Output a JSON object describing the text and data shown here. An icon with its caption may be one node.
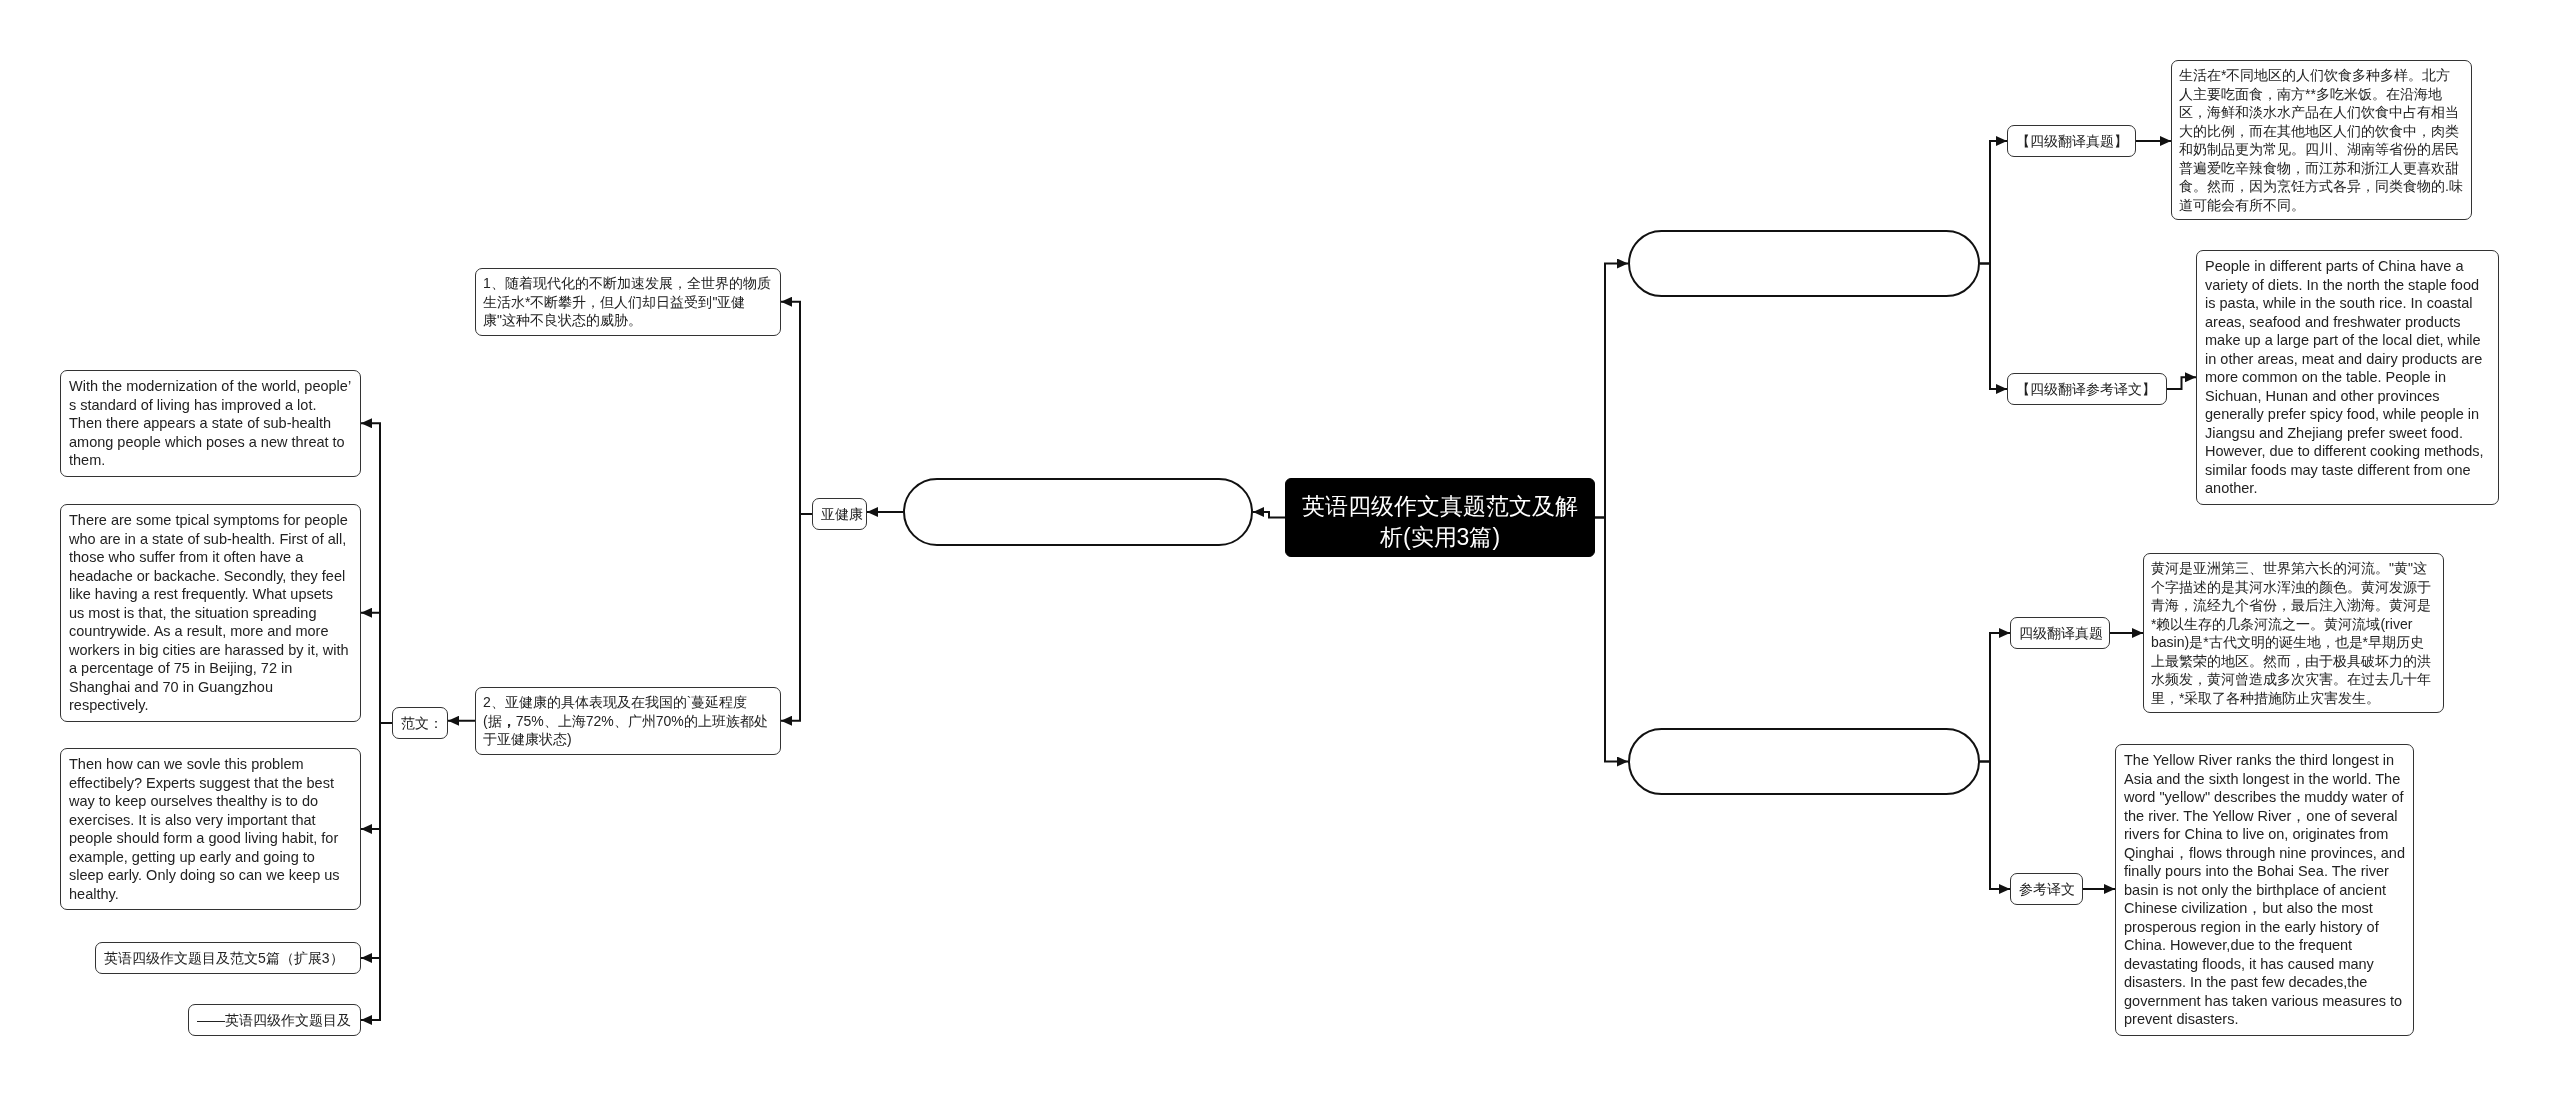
{
  "diagram": {
    "nodes": [
      {
        "text": [
          "英语四级作文真题范文及解析(实用3篇)"
        ]
      },
      {
        "text": [],
        "shape": "capsule"
      },
      {
        "text": [
          "亚健康"
        ]
      },
      {
        "text": [
          "1、随着现代化的不断加速发展，全世界的物质生活水*不断攀升，但人们却日益受到\"亚健康\"这种不良状态的威胁。"
        ]
      },
      {
        "text": [
          "2、亚健康的具体表现及在我国的`蔓延程度(据**，**75%、上海72%、广州70%的上班族都处于亚健康状态)"
        ]
      },
      {
        "text": [
          "范文："
        ]
      },
      {
        "text": [
          "With the modernization of the world, people’ s standard of living has improved a lot. Then there appears a state of sub-health among people which poses a new threat to them."
        ]
      },
      {
        "text": [
          "There are some tpical symptoms for people who are in a state of sub-health. First of all, those who suffer from it often have a headache or backache. Secondly, they feel like having a rest frequently. What upsets us most is that, the situation spreading countrywide. As a result, more and more workers in big cities are harassed by it, with a percentage of 75 in Beijing, 72 in Shanghai and 70 in Guangzhou respectively."
        ]
      },
      {
        "text": [
          "Then how can we sovle this problem effectibely? Experts suggest that the best way to keep ourselves thealthy is to do exercises. It is also very important that people should form a good living habit, for example, getting up early and going to sleep early. Only doing so can we keep us healthy."
        ]
      },
      {
        "text": [
          "英语四级作文题目及范文5篇（扩展3）"
        ]
      },
      {
        "text": [
          "——英语四级作文题目及"
        ]
      },
      {
        "text": [],
        "shape": "capsule"
      },
      {
        "text": [],
        "shape": "capsule"
      },
      {
        "text": [
          "【四级翻译真题】"
        ]
      },
      {
        "text": [
          "生活在*不同地区的人们饮食多种多样。北方人主要吃面食，南方**多吃米饭。在沿海地区，海鲜和淡水水产品在人们饮食中占有相当大的比例，而在其他地区人们的饮食中，肉类和奶制品更为常见。四川、湖南等省份的居民普遍爱吃辛辣食物，而江苏和浙江人更喜欢甜食。然而，因为烹饪方式各异，同类食物的.味道可能会有所不同。"
        ]
      },
      {
        "text": [
          "【四级翻译参考译文】"
        ]
      },
      {
        "text": [
          "People in different parts of China have a variety of diets. In the north the staple food is pasta, while in the south rice. In coastal areas, seafood and freshwater products make up a large part of the local diet, while in other areas, meat and dairy products are more common on the table. People in Sichuan, Hunan and other provinces generally prefer spicy food, while people in Jiangsu and Zhejiang prefer sweet food. However, due to different cooking methods, similar foods may taste different from one another."
        ]
      },
      {
        "text": [
          "四级翻译真题"
        ]
      },
      {
        "text": [
          "黄河是亚洲第三、世界第六长的河流。\"黄\"这个字描述的是其河水浑浊的颜色。黄河发源于青海，流经九个省份，最后注入渤海。黄河是*赖以生存的几条河流之一。黄河流域(river basin)是*古代文明的诞生地，也是*早期历史上最繁荣的地区。然而，由于极具破坏力的洪水频发，黄河曾造成多次灾害。在过去几十年里，*采取了各种措施防止灾害发生。"
        ]
      },
      {
        "text": [
          "参考译文"
        ]
      },
      {
        "text": [
          "The Yellow River ranks the third longest in Asia and the sixth longest in the world. The word \"yellow\" describes the muddy water of the river. The Yellow River，one of several rivers for China to live on, originates from Qinghai，flows through nine provinces, and finally pours into the Bohai Sea. The river basin is not only the birthplace of ancient Chinese civilization，but also the most prosperous region in the early history of China. However,due to the frequent devastating floods, it has caused many disasters. In the past few decades,the government has taken various measures to prevent disasters."
        ]
      }
    ],
    "edges": [
      {
        "from": 0,
        "to": 1,
        "arrow": "to"
      },
      {
        "from": 1,
        "to": 2,
        "arrow": "to"
      },
      {
        "from": 2,
        "to": 3,
        "arrow": "to"
      },
      {
        "from": 2,
        "to": 4,
        "arrow": "to"
      },
      {
        "from": 4,
        "to": 5,
        "arrow": "to"
      },
      {
        "from": 5,
        "to": 6,
        "arrow": "to"
      },
      {
        "from": 5,
        "to": 7,
        "arrow": "to"
      },
      {
        "from": 5,
        "to": 8,
        "arrow": "to"
      },
      {
        "from": 5,
        "to": 9,
        "arrow": "to"
      },
      {
        "from": 5,
        "to": 10,
        "arrow": "to"
      },
      {
        "from": 0,
        "to": 11,
        "arrow": "to"
      },
      {
        "from": 0,
        "to": 12,
        "arrow": "to"
      },
      {
        "from": 11,
        "to": 13,
        "arrow": "to"
      },
      {
        "from": 11,
        "to": 15,
        "arrow": "to"
      },
      {
        "from": 13,
        "to": 14,
        "arrow": "to"
      },
      {
        "from": 15,
        "to": 16,
        "arrow": "to"
      },
      {
        "from": 12,
        "to": 17,
        "arrow": "to"
      },
      {
        "from": 12,
        "to": 19,
        "arrow": "to"
      },
      {
        "from": 17,
        "to": 18,
        "arrow": "to"
      },
      {
        "from": 19,
        "to": 20,
        "arrow": "to"
      }
    ]
  }
}
